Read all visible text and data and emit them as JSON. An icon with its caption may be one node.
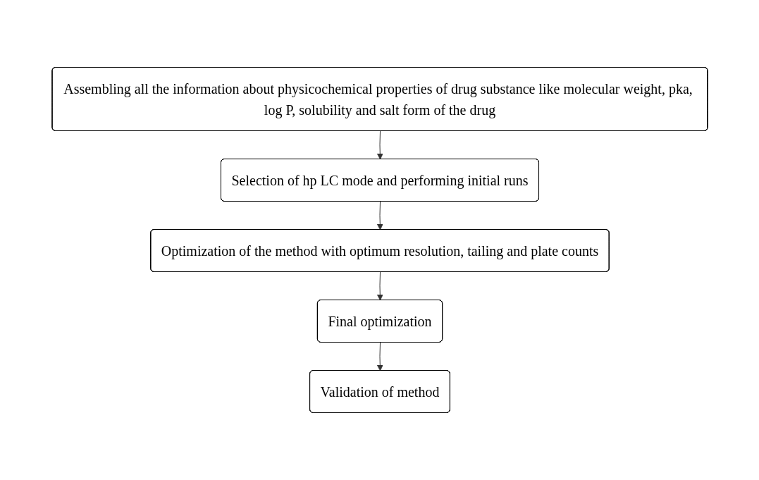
{
  "diagram": {
    "nodes": [
      {
        "text": [
          "Assembling all the information about physicochemical properties of drug substance like molecular weight, pka, log P, solubility and salt form of the drug"
        ]
      },
      {
        "text": [
          "Selection of hp LC mode and performing initial runs"
        ]
      },
      {
        "text": [
          "Optimization of the method with optimum resolution, tailing and plate counts"
        ]
      },
      {
        "text": [
          "Final optimization"
        ]
      },
      {
        "text": [
          "Validation of method"
        ]
      }
    ],
    "edges": [
      {
        "from": 0,
        "to": 1,
        "arrow": "to"
      },
      {
        "from": 1,
        "to": 2,
        "arrow": "to"
      },
      {
        "from": 2,
        "to": 3,
        "arrow": "to"
      },
      {
        "from": 3,
        "to": 4,
        "arrow": "to"
      }
    ]
  }
}
